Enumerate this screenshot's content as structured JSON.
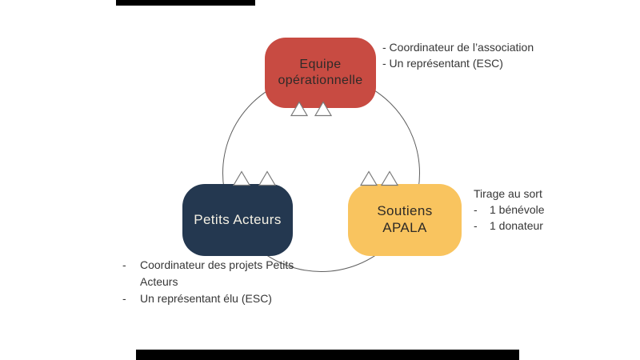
{
  "colors": {
    "box_red": "#c84b42",
    "box_navy": "#243850",
    "box_yellow": "#f9c45f",
    "circle_stroke": "#5f5f5f",
    "triangle_fill": "#ffffff",
    "triangle_stroke": "#7a7a7a",
    "note_text": "#363636",
    "redaction_bar": "#000000"
  },
  "boxes": {
    "equipe": {
      "line1": "Equipe",
      "line2": "opérationnelle"
    },
    "petits": {
      "label": "Petits Acteurs"
    },
    "soutiens": {
      "line1": "Soutiens",
      "line2": "APALA"
    }
  },
  "notes": {
    "equipe": {
      "item1": "- Coordinateur de l’association",
      "item2": "- Un représentant (ESC)"
    },
    "soutiens": {
      "title": "Tirage au sort",
      "bullet": "-",
      "item1": "1 bénévole",
      "item2": "1 donateur"
    },
    "petits": {
      "bullet": "-",
      "item1": "Coordinateur des projets Petits Acteurs",
      "item2": "Un représentant élu (ESC)"
    }
  }
}
